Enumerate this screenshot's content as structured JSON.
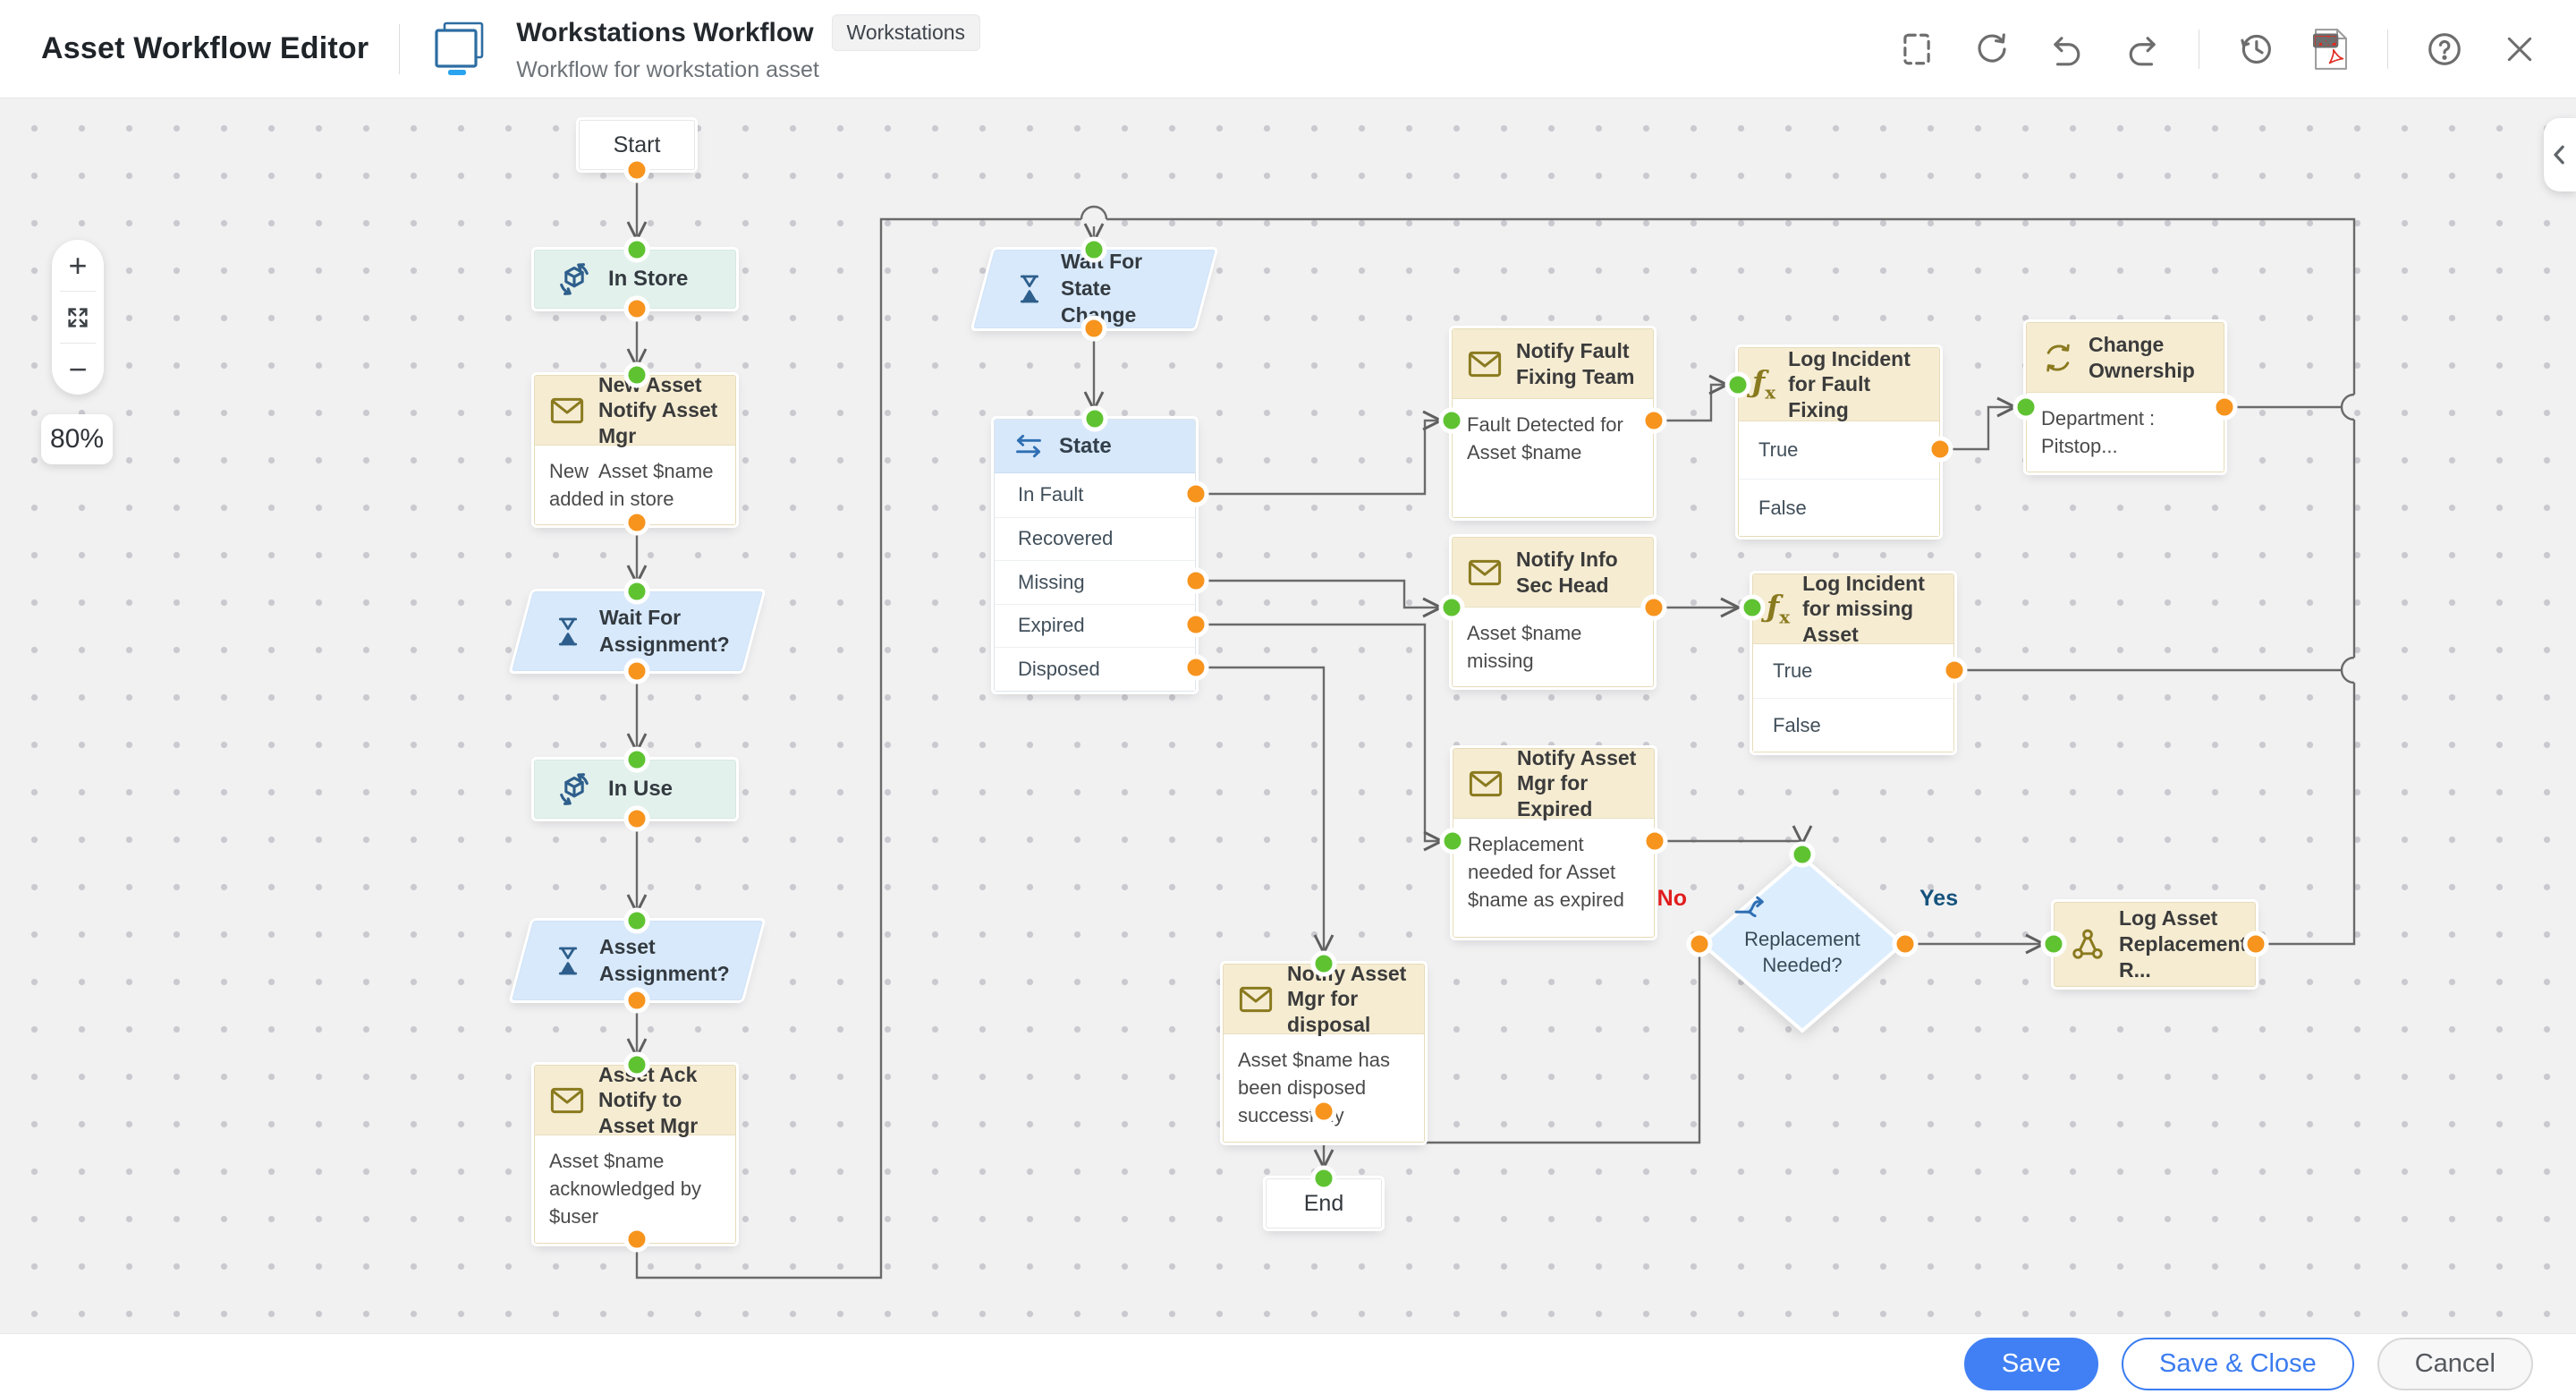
{
  "header": {
    "app_title": "Asset Workflow Editor",
    "workflow_title": "Workstations Workflow",
    "workflow_tag": "Workstations",
    "workflow_subtitle": "Workflow for workstation asset"
  },
  "toolbar": {
    "pdf_label": "PDF",
    "icons": [
      "marquee-select",
      "refresh",
      "undo",
      "redo",
      "history",
      "export-pdf",
      "help",
      "close"
    ]
  },
  "canvas": {
    "zoom_level": "80%"
  },
  "nodes": {
    "start": {
      "label": "Start"
    },
    "in_store": {
      "label": "In Store"
    },
    "new_asset_notify": {
      "title": "New Asset Notify Asset Mgr",
      "body": "New  Asset $name added in store"
    },
    "wait_for_assignment": {
      "label": "Wait For Assignment?"
    },
    "in_use": {
      "label": "In Use"
    },
    "asset_assignment": {
      "label": "Asset Assignment?"
    },
    "asset_ack_notify": {
      "title": "Asset Ack Notify to Asset Mgr",
      "body": "Asset $name acknowledged by $user"
    },
    "wait_for_state_change": {
      "label": "Wait For State Change"
    },
    "state": {
      "title": "State",
      "options": [
        "In Fault",
        "Recovered",
        "Missing",
        "Expired",
        "Disposed"
      ]
    },
    "notify_fault": {
      "title": "Notify Fault Fixing Team",
      "body": "Fault Detected for Asset $name"
    },
    "log_incident_fault": {
      "title": "Log Incident for Fault Fixing",
      "options": [
        "True",
        "False"
      ]
    },
    "change_ownership": {
      "title": "Change Ownership",
      "body": "Department : Pitstop..."
    },
    "notify_infosec": {
      "title": "Notify Info Sec Head",
      "body": "Asset $name  missing"
    },
    "log_incident_missing": {
      "title": "Log Incident for missing Asset",
      "options": [
        "True",
        "False"
      ]
    },
    "notify_expired": {
      "title": "Notify Asset Mgr for Expired",
      "body": "Replacement needed for Asset $name as expired"
    },
    "replacement_needed": {
      "label": "Replacement Needed?",
      "no": "No",
      "yes": "Yes"
    },
    "log_asset_replacement": {
      "title": "Log Asset Replacement R..."
    },
    "notify_disposal": {
      "title": "Notify Asset Mgr for disposal",
      "body": "Asset $name has been disposed successfully"
    },
    "end": {
      "label": "End"
    }
  },
  "footer": {
    "save": "Save",
    "save_close": "Save & Close",
    "cancel": "Cancel"
  },
  "colors": {
    "accent_blue": "#4180f4",
    "port_out_orange": "#f7941e",
    "port_in_green": "#5fc331",
    "edge_gray": "#6a6a6a",
    "node_tan": "#f5ecd2",
    "node_mint": "#e3f1ec",
    "node_blue": "#d8e9fb",
    "diamond_blue": "#dcedfd",
    "no_red": "#e11d1d",
    "yes_navy": "#15537d"
  }
}
